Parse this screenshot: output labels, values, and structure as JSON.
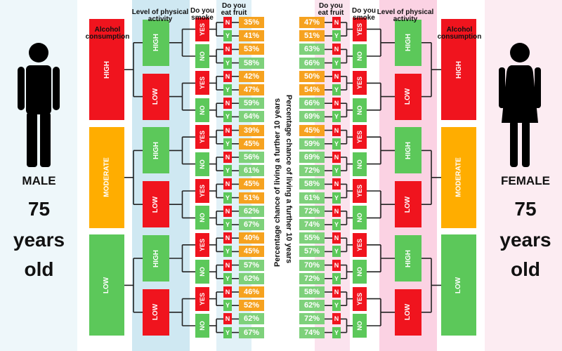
{
  "colors": {
    "red": "#f0141e",
    "orange": "#ffad00",
    "green": "#5cc85a",
    "bar_green": "#7ed17b",
    "bar_orange": "#f6a21f",
    "blue_band": "#cfe8f2",
    "pink_band": "#fbd2e3",
    "line": "#222222"
  },
  "male": {
    "icon": "male-figure-icon",
    "label": "MALE",
    "age_number": "75",
    "age_unit_1": "years",
    "age_unit_2": "old",
    "headers": {
      "alcohol": [
        "Alcohol",
        "consumption"
      ],
      "activity": [
        "Level of physical",
        "activity"
      ],
      "smoke": [
        "Do you",
        "smoke"
      ],
      "fruit": [
        "Do you",
        "eat fruit"
      ]
    },
    "alcohol_levels": [
      {
        "label": "HIGH",
        "color": "red"
      },
      {
        "label": "MODERATE",
        "color": "orange"
      },
      {
        "label": "LOW",
        "color": "green"
      }
    ],
    "activity_levels": [
      {
        "label": "HIGH",
        "color": "green"
      },
      {
        "label": "LOW",
        "color": "red"
      }
    ],
    "smoke_options": [
      {
        "label": "YES",
        "color": "red"
      },
      {
        "label": "NO",
        "color": "green"
      }
    ],
    "fruit_options": [
      {
        "label": "N",
        "color": "red"
      },
      {
        "label": "Y",
        "color": "green"
      }
    ],
    "percentages": [
      "35%",
      "41%",
      "53%",
      "58%",
      "42%",
      "47%",
      "59%",
      "64%",
      "39%",
      "45%",
      "56%",
      "61%",
      "45%",
      "51%",
      "62%",
      "67%",
      "40%",
      "45%",
      "57%",
      "62%",
      "46%",
      "52%",
      "62%",
      "67%"
    ]
  },
  "female": {
    "icon": "female-figure-icon",
    "label": "FEMALE",
    "age_number": "75",
    "age_unit_1": "years",
    "age_unit_2": "old",
    "headers": {
      "alcohol": [
        "Alcohol",
        "consumption"
      ],
      "activity": [
        "Level of physical",
        "activity"
      ],
      "smoke": [
        "Do you",
        "smoke"
      ],
      "fruit": [
        "Do you",
        "eat fruit"
      ]
    },
    "percentages": [
      "47%",
      "51%",
      "63%",
      "66%",
      "50%",
      "54%",
      "66%",
      "69%",
      "45%",
      "59%",
      "69%",
      "72%",
      "58%",
      "61%",
      "72%",
      "74%",
      "55%",
      "57%",
      "70%",
      "72%",
      "58%",
      "62%",
      "72%",
      "74%"
    ]
  },
  "axis_label": "Percentage chance of living a further 10 years"
}
